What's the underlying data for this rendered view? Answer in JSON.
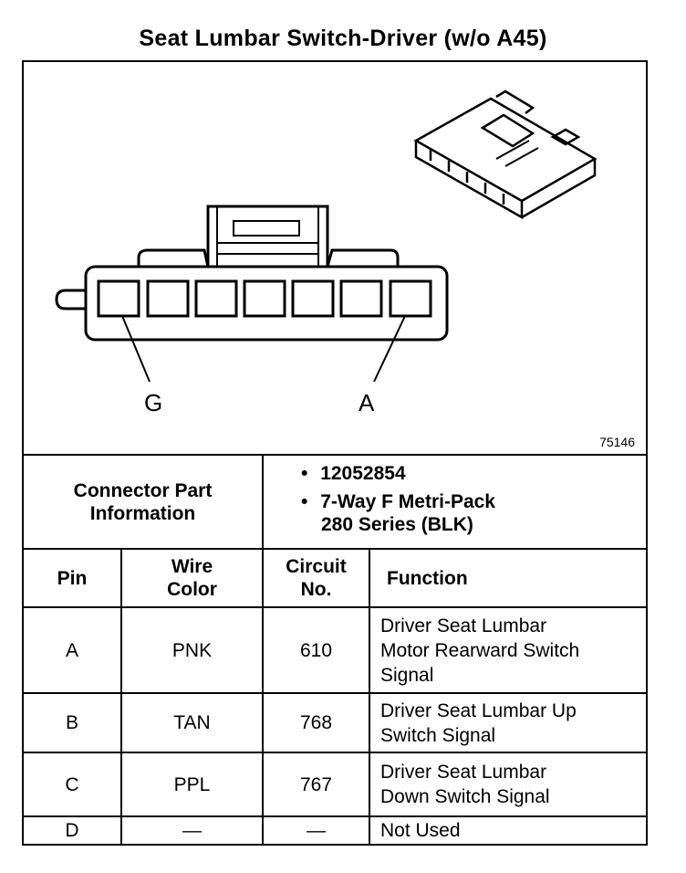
{
  "title": "Seat Lumbar Switch-Driver (w/o A45)",
  "figure": {
    "figure_number": "75146",
    "pin_labels": {
      "left": "G",
      "right": "A"
    },
    "cavity_count": 7
  },
  "connector_info": {
    "label_line1": "Connector Part",
    "label_line2": "Information",
    "bullets": [
      {
        "mark": "•",
        "text": "12052854"
      },
      {
        "mark": "•",
        "text": "7-Way F Metri-Pack",
        "cont": "280 Series (BLK)"
      }
    ]
  },
  "table": {
    "headers": {
      "pin": "Pin",
      "wire_color_1": "Wire",
      "wire_color_2": "Color",
      "circuit_1": "Circuit",
      "circuit_2": "No.",
      "function": "Function"
    },
    "rows": [
      {
        "pin": "A",
        "wire": "PNK",
        "circuit": "610",
        "func": [
          "Driver Seat Lumbar",
          "Motor Rearward Switch",
          "Signal"
        ]
      },
      {
        "pin": "B",
        "wire": "TAN",
        "circuit": "768",
        "func": [
          "Driver Seat Lumbar Up",
          "Switch Signal"
        ]
      },
      {
        "pin": "C",
        "wire": "PPL",
        "circuit": "767",
        "func": [
          "Driver Seat Lumbar",
          "Down Switch Signal"
        ]
      },
      {
        "pin": "D",
        "wire": "—",
        "circuit": "—",
        "func": [
          "Not Used"
        ]
      }
    ]
  }
}
